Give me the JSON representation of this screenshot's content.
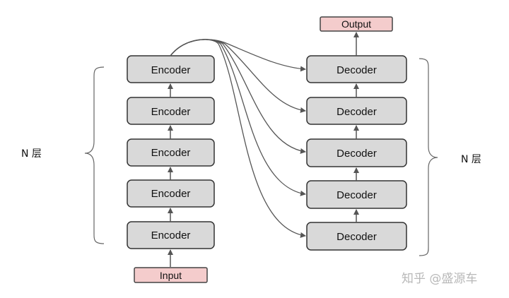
{
  "colors": {
    "block_fill": "#d9d9d9",
    "block_stroke": "#333333",
    "io_fill": "#f4cccc",
    "io_stroke": "#444444",
    "arrow": "#555555",
    "watermark": "#b8b8b8"
  },
  "encoder": {
    "labels": [
      "Encoder",
      "Encoder",
      "Encoder",
      "Encoder",
      "Encoder"
    ]
  },
  "decoder": {
    "labels": [
      "Decoder",
      "Decoder",
      "Decoder",
      "Decoder",
      "Decoder"
    ]
  },
  "input_label": "Input",
  "output_label": "Output",
  "left_brace_label": "N 层",
  "right_brace_label": "N 层",
  "watermark": "知乎 @盛源车"
}
